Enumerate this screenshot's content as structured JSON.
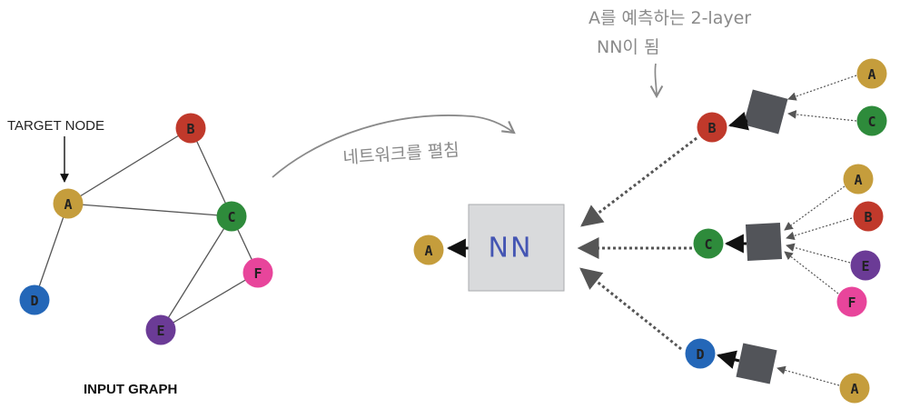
{
  "labels": {
    "target_node": "TARGET NODE",
    "input_graph": "INPUT GRAPH",
    "unfold_network": "네트워크를 펼침",
    "annotation_line1": "A를 예측하는 2-layer",
    "annotation_line2": "NN이 됨",
    "nn_box": "NN"
  },
  "node_colors": {
    "A": "#c59d3c",
    "B": "#c0392b",
    "C": "#2e8b3b",
    "D": "#2467b8",
    "E": "#6b3b96",
    "F": "#e8459b"
  },
  "input_graph": {
    "nodes": [
      "A",
      "B",
      "C",
      "D",
      "E",
      "F"
    ],
    "edges": [
      [
        "A",
        "B"
      ],
      [
        "A",
        "C"
      ],
      [
        "B",
        "C"
      ],
      [
        "A",
        "D"
      ],
      [
        "C",
        "E"
      ],
      [
        "C",
        "F"
      ],
      [
        "E",
        "F"
      ]
    ]
  },
  "computation_graph": {
    "output": "A",
    "layer1": [
      {
        "node": "B",
        "inputs": [
          "A",
          "C"
        ]
      },
      {
        "node": "C",
        "inputs": [
          "A",
          "B",
          "E",
          "F"
        ]
      },
      {
        "node": "D",
        "inputs": [
          "A"
        ]
      }
    ]
  }
}
